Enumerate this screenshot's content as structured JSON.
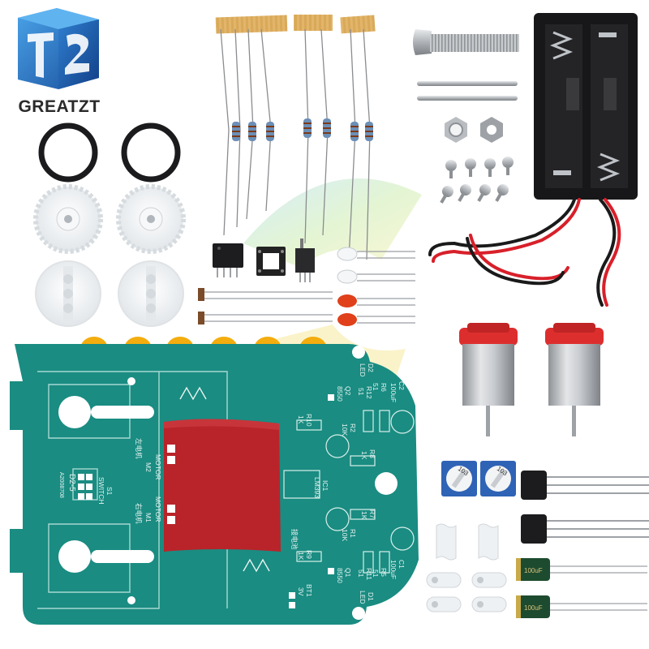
{
  "brand": {
    "logo_text": "T2",
    "name": "GREATZT"
  },
  "pcb": {
    "silkscreen": {
      "d2": "D2",
      "led_top": "LED",
      "c2": "C2",
      "c2_value": "100uF",
      "r6": "R6",
      "r6_value": "51",
      "r12": "R12",
      "r12_value": "51",
      "q2": "Q2",
      "q2_value": "8550",
      "r10": "R10",
      "r10_value": "1K",
      "r2": "R2",
      "r2_value": "10K",
      "r8": "R8",
      "r8_value": "1K",
      "ic1": "IC1",
      "ic1_value": "LM393",
      "r7": "R7",
      "r7_value": "1K",
      "r1": "R1",
      "r1_value": "10K",
      "r9": "R9",
      "r9_value": "1K",
      "q1": "Q1",
      "q1_value": "8550",
      "r11": "R11",
      "r11_value": "51",
      "r5": "R5",
      "r5_value": "51",
      "c1": "C1",
      "c1_value": "100uF",
      "d1": "D1",
      "led_bottom": "LED",
      "bt1": "BT1",
      "bt1_value": "3V",
      "m2": "M2",
      "m1": "M1",
      "motor_left": "MOTOR",
      "motor_right": "MOTOR",
      "left_motor_cn": "左电机",
      "right_motor_cn": "右电机",
      "battery_cn": "接电池",
      "model": "D2-5",
      "date": "A2008708",
      "s1": "S1",
      "switch": "SWITCH"
    }
  },
  "parts": {
    "potentiometer_code": "103",
    "capacitor_marking": "100uF"
  },
  "colors": {
    "pcb_green": "#1a8c82",
    "resist_red": "#b8242a",
    "gear_white": "#f3f5f6",
    "tire_black": "#1b1b1d",
    "gear_yellow": "#f3ad0e",
    "motor_red": "#dd2e2e",
    "motor_silver": "#b9bcc0",
    "pot_blue": "#2f63b5",
    "cap_green": "#1d4b2f",
    "logo_blue": "#1f63b7"
  }
}
